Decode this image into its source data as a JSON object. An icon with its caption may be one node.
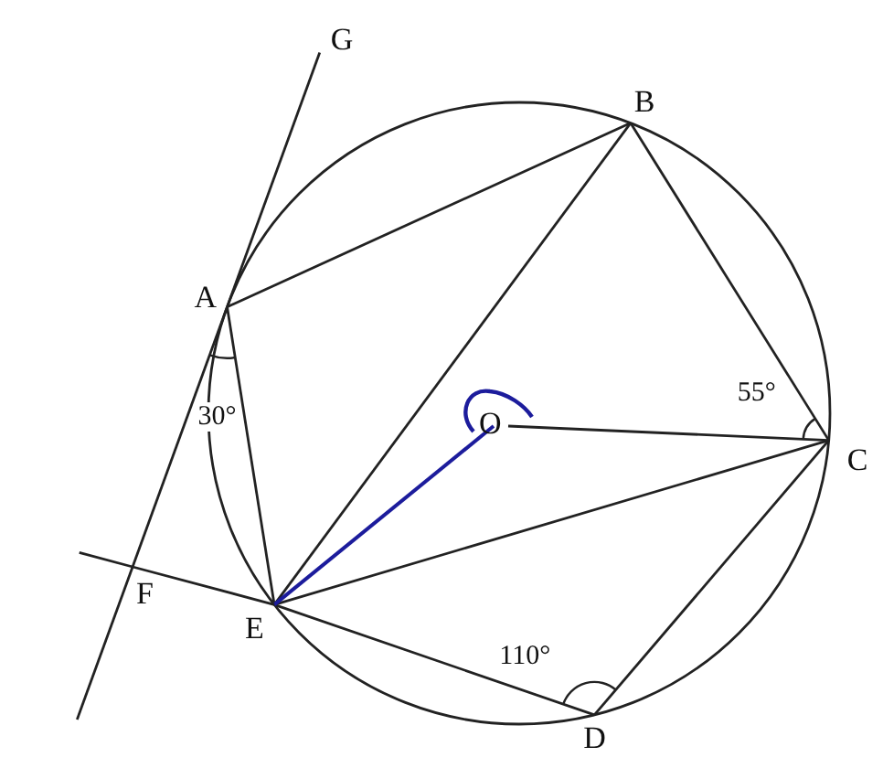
{
  "diagram": {
    "nodes": [
      {
        "text": [
          "A"
        ]
      },
      {
        "text": [
          "B"
        ]
      },
      {
        "text": [
          "C"
        ]
      },
      {
        "text": [
          "D"
        ]
      },
      {
        "text": [
          "E"
        ]
      },
      {
        "text": [
          "O"
        ]
      },
      {
        "text": [
          "F"
        ]
      },
      {
        "text": [
          "G"
        ]
      }
    ],
    "edges": [
      {
        "from": 0,
        "to": 1,
        "arrow": "none"
      },
      {
        "from": 1,
        "to": 2,
        "arrow": "none"
      },
      {
        "from": 2,
        "to": 3,
        "arrow": "none"
      },
      {
        "from": 3,
        "to": 4,
        "arrow": "none"
      },
      {
        "from": 4,
        "to": 0,
        "arrow": "none"
      },
      {
        "from": 1,
        "to": 4,
        "arrow": "none"
      },
      {
        "from": 4,
        "to": 2,
        "arrow": "none"
      },
      {
        "from": 5,
        "to": 2,
        "arrow": "none"
      },
      {
        "from": 4,
        "to": 5,
        "arrow": "none",
        "color": "#1c1c9c"
      },
      {
        "from": 7,
        "to": 0,
        "arrow": "none"
      },
      {
        "from": 0,
        "to": 6,
        "arrow": "none"
      },
      {
        "from": 6,
        "to": null,
        "arrow": "none"
      },
      {
        "from": null,
        "to": 6,
        "arrow": "none"
      },
      {
        "from": 6,
        "to": 4,
        "arrow": "none"
      }
    ],
    "labels": [
      "30°",
      "55°",
      "110°"
    ]
  }
}
